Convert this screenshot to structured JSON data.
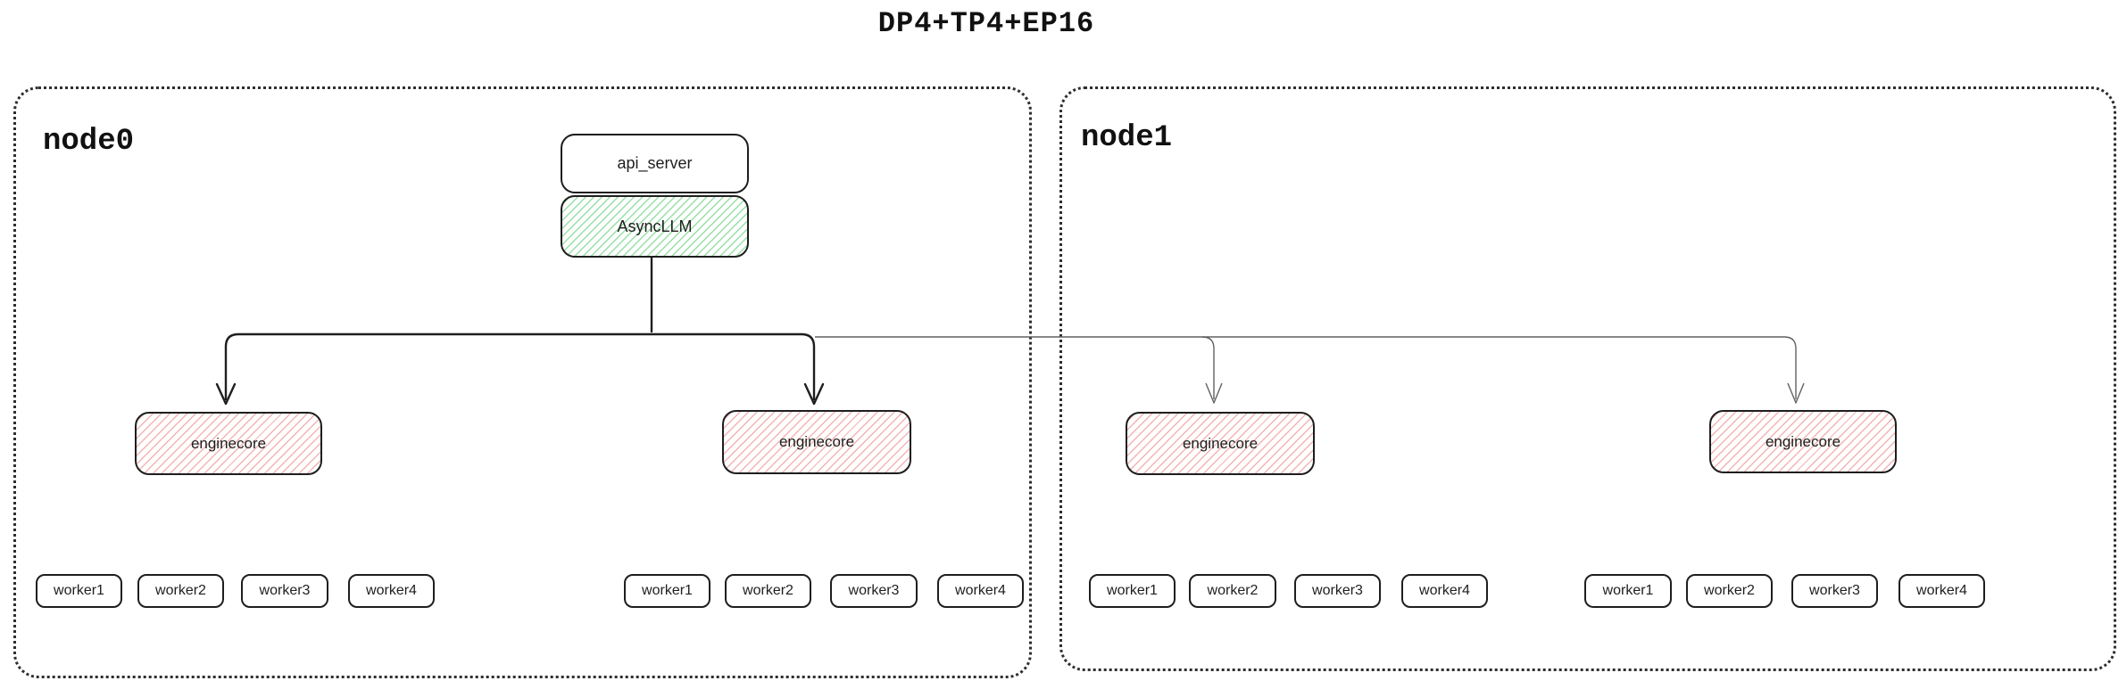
{
  "title": "DP4+TP4+EP16",
  "node0": {
    "label": "node0"
  },
  "node1": {
    "label": "node1"
  },
  "api_server": {
    "label": "api_server"
  },
  "async_llm": {
    "label": "AsyncLLM"
  },
  "enginecore": {
    "label": "enginecore"
  },
  "workers": {
    "w1": "worker1",
    "w2": "worker2",
    "w3": "worker3",
    "w4": "worker4"
  },
  "colors": {
    "stroke": "#1e1e1e",
    "thin_line": "#616161",
    "green_hatch": "#96e0a6",
    "red_hatch": "#f3b4b4",
    "background": "#ffffff"
  }
}
